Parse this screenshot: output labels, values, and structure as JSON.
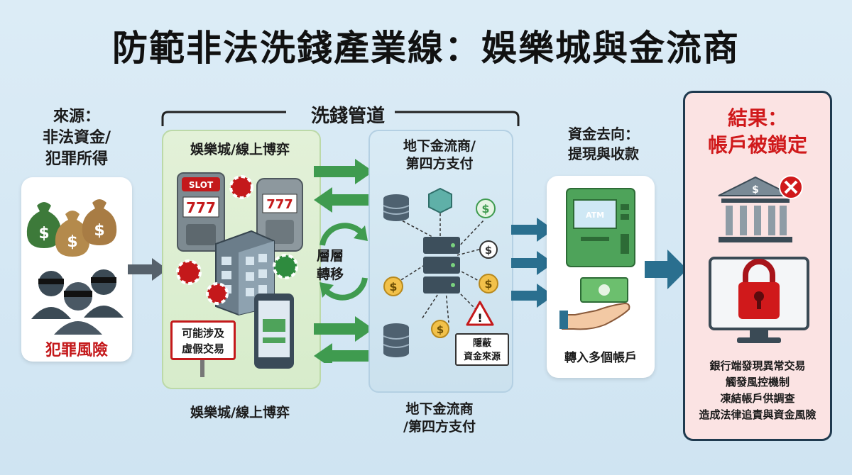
{
  "title": "防範非法洗錢產業線：娛樂城與金流商",
  "source": {
    "header_line1": "來源：",
    "header_line2": "非法資金/",
    "header_line3": "犯罪所得",
    "risk_label": "犯罪風險"
  },
  "channel": {
    "label": "洗錢管道",
    "casino": {
      "header": "娛樂城/線上博弈",
      "footer": "娛樂城/線上博弈",
      "sign_line1": "可能涉及",
      "sign_line2": "虛假交易",
      "slot_label": "SLOT",
      "slot_digits": "777"
    },
    "cycle_line1": "層層",
    "cycle_line2": "轉移",
    "payment": {
      "header_line1": "地下金流商/",
      "header_line2": "第四方支付",
      "footer_line1": "地下金流商",
      "footer_line2": "/第四方支付",
      "hidden_line1": "隱蔽",
      "hidden_line2": "資金來源"
    }
  },
  "destination": {
    "header_line1": "資金去向：",
    "header_line2": "提現與收款",
    "atm_label": "ATM",
    "footer": "轉入多個帳戶"
  },
  "result": {
    "title_line1": "結果：",
    "title_line2": "帳戶被鎖定",
    "lines": [
      "銀行端發現異常交易",
      "觸發風控機制",
      "凍結帳戶供調查",
      "造成法律追責與資金風險"
    ]
  },
  "colors": {
    "arrow_green": "#3f9b4f",
    "arrow_teal": "#2a6f8f",
    "risk_red": "#c4191b",
    "casino_bg": "#e3f1d8",
    "payment_bg": "#d9ebf5",
    "result_bg": "#fbe3e3"
  }
}
